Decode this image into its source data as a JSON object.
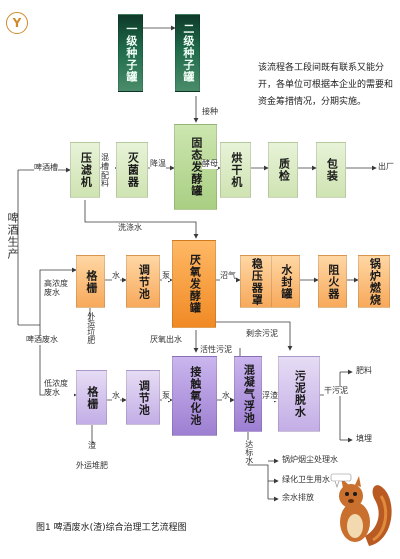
{
  "logo_text": "Y",
  "note": "该流程各工段间既有联系又能分开，各单位可根据本企业的需要和资金筹措情况，分期实施。",
  "side_label": "啤酒生产",
  "caption": "图1  啤酒废水(渣)综合治理工艺流程图",
  "boxes": {
    "seed1": "一级种子罐",
    "seed2": "二级种子罐",
    "press_filter": "压滤机",
    "sterilizer": "灭菌器",
    "solid_ferment": "固态发酵罐",
    "dryer": "烘干机",
    "qc": "质检",
    "packing": "包装",
    "grid_high": "格栅",
    "adjust_high": "调节池",
    "anaerobic": "厌氧发酵罐",
    "stabilizer": "稳压器罩",
    "water_seal": "水封罐",
    "flame_arrester": "阻火器",
    "boiler": "锅炉燃烧",
    "grid_low": "格栅",
    "adjust_low": "调节池",
    "contact_oxidation": "接触氧化池",
    "coag_flotation": "混凝气浮池",
    "sludge_dewater": "污泥脱水"
  },
  "labels": {
    "inoculate": "接种",
    "beer_lees": "啤酒槽",
    "mix_trough": "混槽配料",
    "cool": "降温",
    "ferment_material": "酵母",
    "out": "出厂",
    "wash_water": "洗涤水",
    "high_conc": "高浓度废水",
    "water1": "水",
    "pump1": "泵",
    "biogas": "沼气",
    "residue_fert_high": "外运垃肥",
    "beer_wastewater": "啤酒废水",
    "anaerobic_effluent": "厌氧出水",
    "residual_sludge": "剩余污泥",
    "active_sludge": "活性污泥",
    "low_conc": "低浓度废水",
    "water2": "水",
    "pump2": "泵",
    "water3": "水",
    "floating": "浮渣",
    "dry_sludge": "干污泥",
    "fertilizer": "肥料",
    "landfill": "填埋",
    "residue": "渣",
    "residue_fert_low": "外运堆肥",
    "compliant_water": "达标水",
    "reuse_boiler": "锅炉烟尘处理水",
    "reuse_green": "绿化卫生用水",
    "discharge": "余水排放"
  },
  "colors": {
    "line": "#3a3a3a",
    "seed": "#1e6a4a",
    "green_stage": "#cfe3b2",
    "orange_stage": "#f7a95b",
    "purple_stage": "#c3aee6"
  }
}
